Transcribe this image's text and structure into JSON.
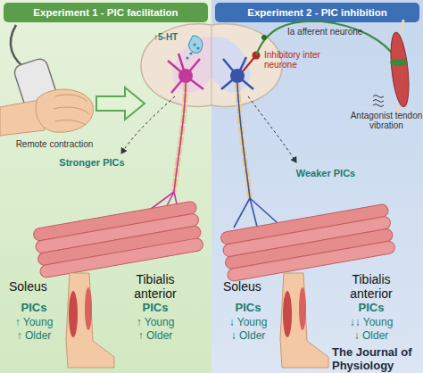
{
  "diagram": {
    "nodes": [
      {
        "text": [
          "Experiment 1 - PIC facilitation"
        ]
      },
      {
        "text": [
          "Experiment 2 - PIC inhibition"
        ]
      }
    ],
    "labels": [
      "Remote contraction",
      "↑5-HT",
      "Ia afferent neurone",
      "Inhibitory inter neurone",
      "Antagonist tendon vibration",
      "Stronger PICs",
      "Weaker PICs",
      "Soleus",
      "PICs",
      "↑ Young",
      "↑ Older",
      "Tibialis anterior",
      "PICs",
      "↑ Young",
      "↑ Older",
      "Soleus",
      "PICs",
      "↓ Young",
      "↓ Older",
      "Tibialis anterior",
      "PICs",
      "↓↓ Young",
      "↓ Older",
      "The Journal of Physiology"
    ]
  }
}
